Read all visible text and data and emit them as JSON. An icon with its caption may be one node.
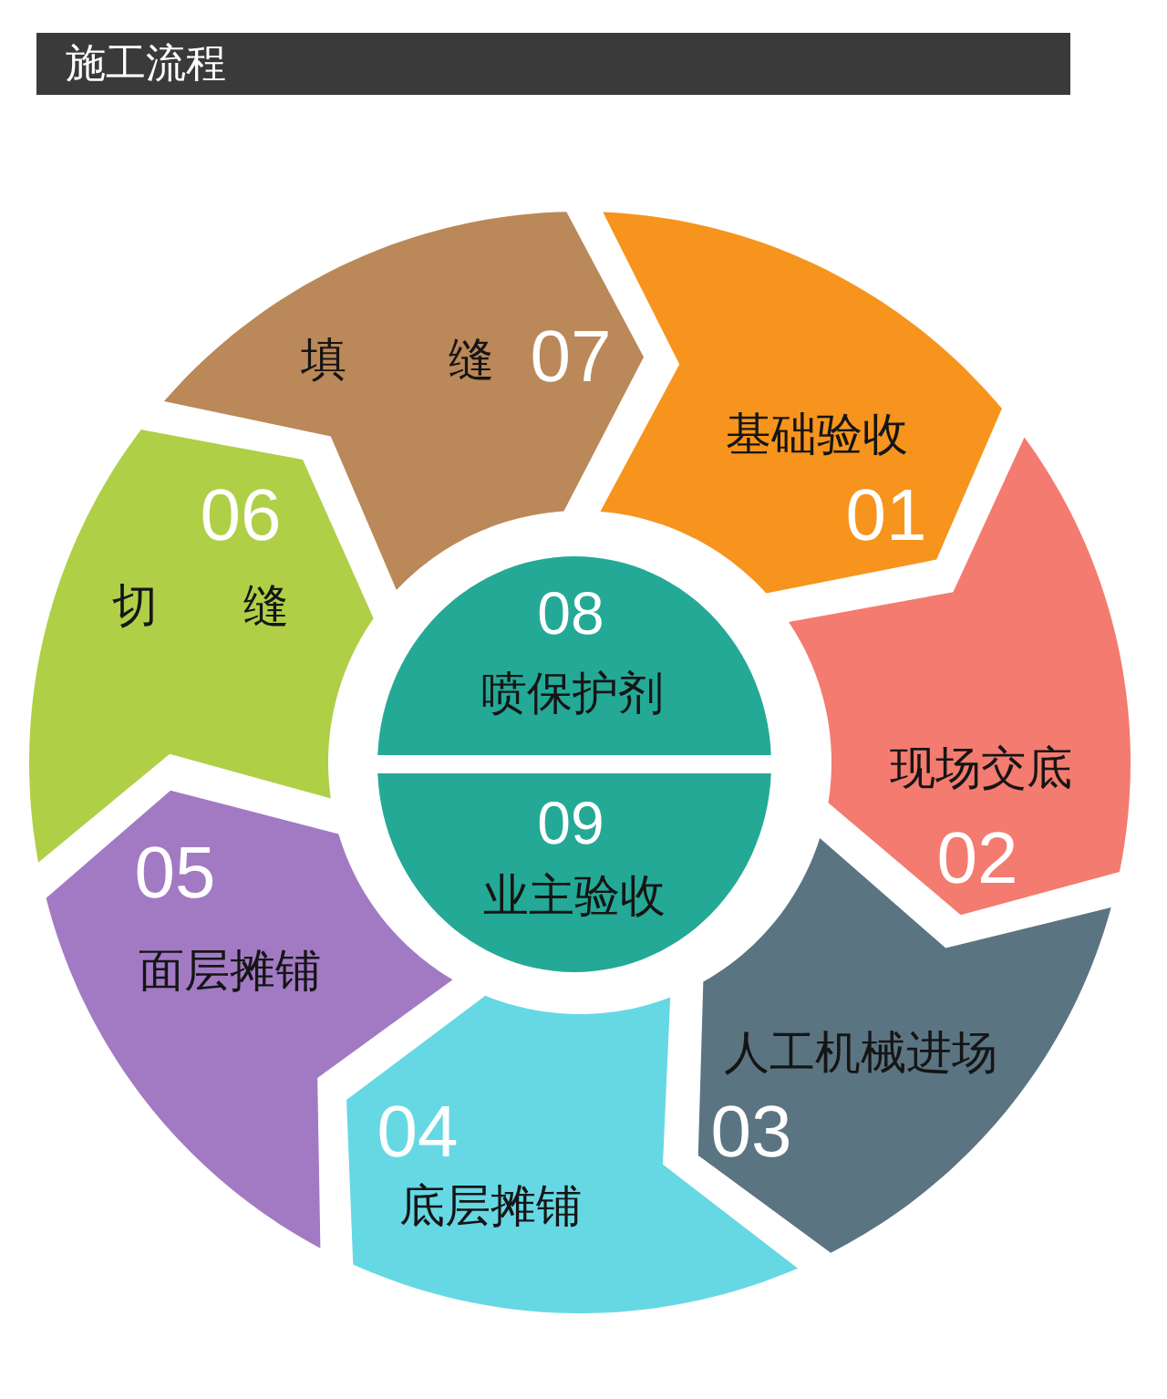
{
  "diagram": {
    "title": "施工流程",
    "nodes": [
      {
        "text": [
          "基础验收",
          "01"
        ]
      },
      {
        "text": [
          "现场交底",
          "02"
        ]
      },
      {
        "text": [
          "人工机械进场",
          "03"
        ]
      },
      {
        "text": [
          "04",
          "底层摊铺"
        ]
      },
      {
        "text": [
          "05",
          "面层摊铺"
        ]
      },
      {
        "text": [
          "06",
          "切 缝"
        ]
      },
      {
        "text": [
          "填 缝",
          "07"
        ]
      },
      {
        "text": [
          "08",
          "喷保护剂"
        ]
      },
      {
        "text": [
          "09",
          "业主验收"
        ]
      }
    ]
  }
}
